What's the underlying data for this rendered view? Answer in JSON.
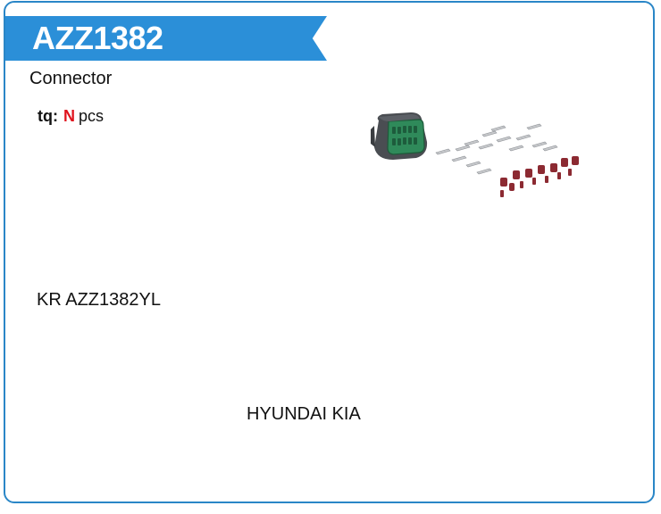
{
  "product": {
    "code": "AZZ1382",
    "category": "Connector",
    "quantity": {
      "label": "tq:",
      "value": "N",
      "unit": "pcs"
    },
    "part_code": "KR AZZ1382YL",
    "brand": "HYUNDAI KIA",
    "image_icon": "connector-kit-image"
  },
  "colors": {
    "border": "#2a86c7",
    "banner": "#2b8fd8",
    "banner_text": "#ffffff",
    "qty_value": "#e0141e",
    "connector_body": "#4a4d52",
    "connector_face": "#2f8a5a",
    "seal": "#8c2a32",
    "terminal": "#c7c9cc"
  }
}
